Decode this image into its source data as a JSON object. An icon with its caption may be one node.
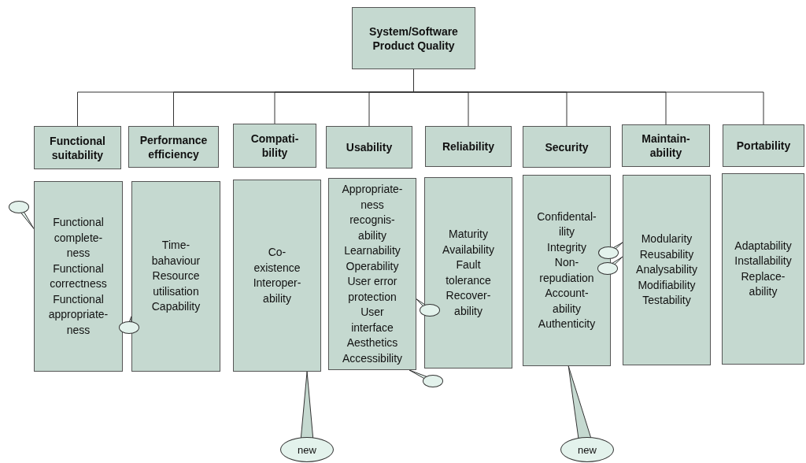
{
  "diagram": {
    "nodes": [
      {
        "text": [
          "System/Software Product Quality"
        ]
      },
      {
        "text": [
          "Functional suitability"
        ]
      },
      {
        "text": [
          "Performance efficiency"
        ]
      },
      {
        "text": [
          "Compati- bility"
        ]
      },
      {
        "text": [
          "Usability"
        ]
      },
      {
        "text": [
          "Reliability"
        ]
      },
      {
        "text": [
          "Security"
        ]
      },
      {
        "text": [
          "Maintain- ability"
        ]
      },
      {
        "text": [
          "Portability"
        ]
      },
      {
        "text": [
          "Functional complete- ness",
          "Functional correctness",
          "Functional appropriate- ness"
        ]
      },
      {
        "text": [
          "Time- bahaviour",
          "Resource utilisation",
          "Capability"
        ]
      },
      {
        "text": [
          "Co- existence",
          "Interoper- ability"
        ]
      },
      {
        "text": [
          "Appropriate- ness recognis- ability",
          "Learnability",
          "Operability",
          "User error protection",
          "User interface Aesthetics",
          "Accessibility"
        ]
      },
      {
        "text": [
          "Maturity",
          "Availability",
          "Fault tolerance",
          "Recover- ability"
        ]
      },
      {
        "text": [
          "Confidental- ility",
          "Integrity",
          "Non- repudiation",
          "Account- ability",
          "Authenticity"
        ]
      },
      {
        "text": [
          "Modularity",
          "Reusability",
          "Analysability",
          "Modifiability",
          "Testability"
        ]
      },
      {
        "text": [
          "Adaptability",
          "Installability",
          "Replace- ability"
        ]
      },
      {
        "text": [],
        "shape": "circle"
      },
      {
        "text": [],
        "shape": "circle"
      },
      {
        "text": [],
        "shape": "circle"
      },
      {
        "text": [],
        "shape": "circle"
      },
      {
        "text": [],
        "shape": "circle"
      },
      {
        "text": [],
        "shape": "circle"
      },
      {
        "text": [
          "new"
        ]
      },
      {
        "text": [
          "new"
        ]
      }
    ],
    "edges": [
      {
        "from": 0,
        "to": 1,
        "arrow": "none"
      },
      {
        "from": 0,
        "to": 2,
        "arrow": "none"
      },
      {
        "from": 0,
        "to": 3,
        "arrow": "none"
      },
      {
        "from": 0,
        "to": 4,
        "arrow": "none"
      },
      {
        "from": 0,
        "to": 5,
        "arrow": "none"
      },
      {
        "from": 0,
        "to": 6,
        "arrow": "none"
      },
      {
        "from": 0,
        "to": 7,
        "arrow": "none"
      },
      {
        "from": 0,
        "to": 8,
        "arrow": "none"
      },
      {
        "from": 17,
        "to": 9,
        "arrow": "none"
      },
      {
        "from": 18,
        "to": 10,
        "arrow": "none"
      },
      {
        "from": 19,
        "to": 12,
        "arrow": "none"
      },
      {
        "from": 20,
        "to": 15,
        "arrow": "none"
      },
      {
        "from": 21,
        "to": 15,
        "arrow": "none"
      },
      {
        "from": 22,
        "to": 12,
        "arrow": "none"
      },
      {
        "from": 23,
        "to": 11,
        "arrow": "none"
      },
      {
        "from": 24,
        "to": 14,
        "arrow": "none"
      }
    ]
  }
}
